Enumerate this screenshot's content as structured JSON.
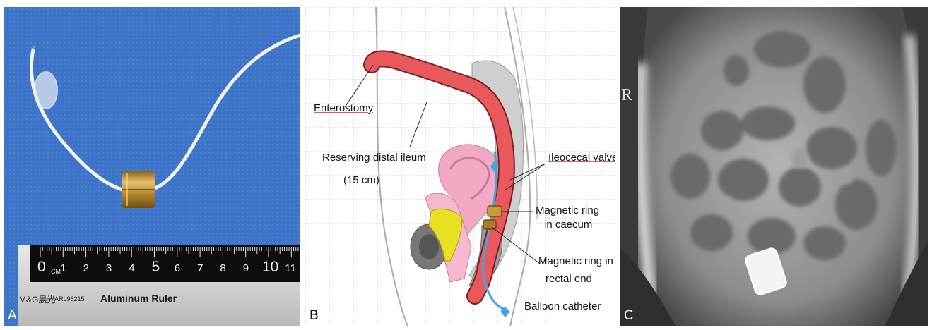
{
  "panels": {
    "a": {
      "letter": "A",
      "ruler": {
        "brand": "M&G晨光",
        "code": "ARL96215",
        "name": "Aluminum Ruler",
        "unit": "CM",
        "zero": "0",
        "numbers": [
          "1",
          "2",
          "3",
          "4",
          "5",
          "6",
          "7",
          "8",
          "9",
          "10",
          "11"
        ]
      }
    },
    "b": {
      "letter": "B",
      "labels": {
        "enterostomy": "Enterostomy",
        "reserving_line1": "Reserving distal ileum",
        "reserving_line2": "(15 cm)",
        "ileocecal": "Ileocecal valve",
        "ring_caecum_line1": "Magnetic ring",
        "ring_caecum_line2": "in caecum",
        "ring_rectal_line1": "Magnetic ring in",
        "ring_rectal_line2": "rectal end",
        "balloon": "Balloon catheter"
      }
    },
    "c": {
      "letter": "C",
      "side_marker": "R"
    }
  },
  "colors": {
    "drape_blue": "#3d74c8",
    "ileum_red": "#e8585c",
    "magnet_gold": "#c79a3a",
    "catheter_blue": "#3fa6de",
    "uterus_pink": "#f3a9c6",
    "bladder_yellow": "#e8e020"
  }
}
